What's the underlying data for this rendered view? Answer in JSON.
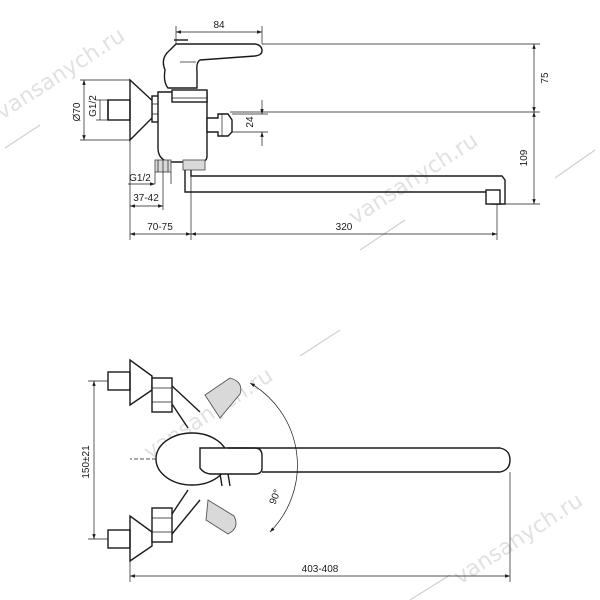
{
  "side_view": {
    "dim_handle_width": "84",
    "dim_handle_height": "75",
    "dim_diverter": "24",
    "dim_spout_height": "109",
    "dim_flange_dia": "Ø70",
    "dim_thread_top": "G1/2",
    "dim_thread_bottom": "G1/2",
    "dim_eccentric_offset": "37-42",
    "dim_wall_offset": "70-75",
    "dim_spout_length": "320"
  },
  "top_view": {
    "dim_center_distance": "150±21",
    "dim_overall_length": "403-408",
    "dim_swivel_angle": "90°"
  },
  "watermark": {
    "text": "vansanych.ru"
  }
}
